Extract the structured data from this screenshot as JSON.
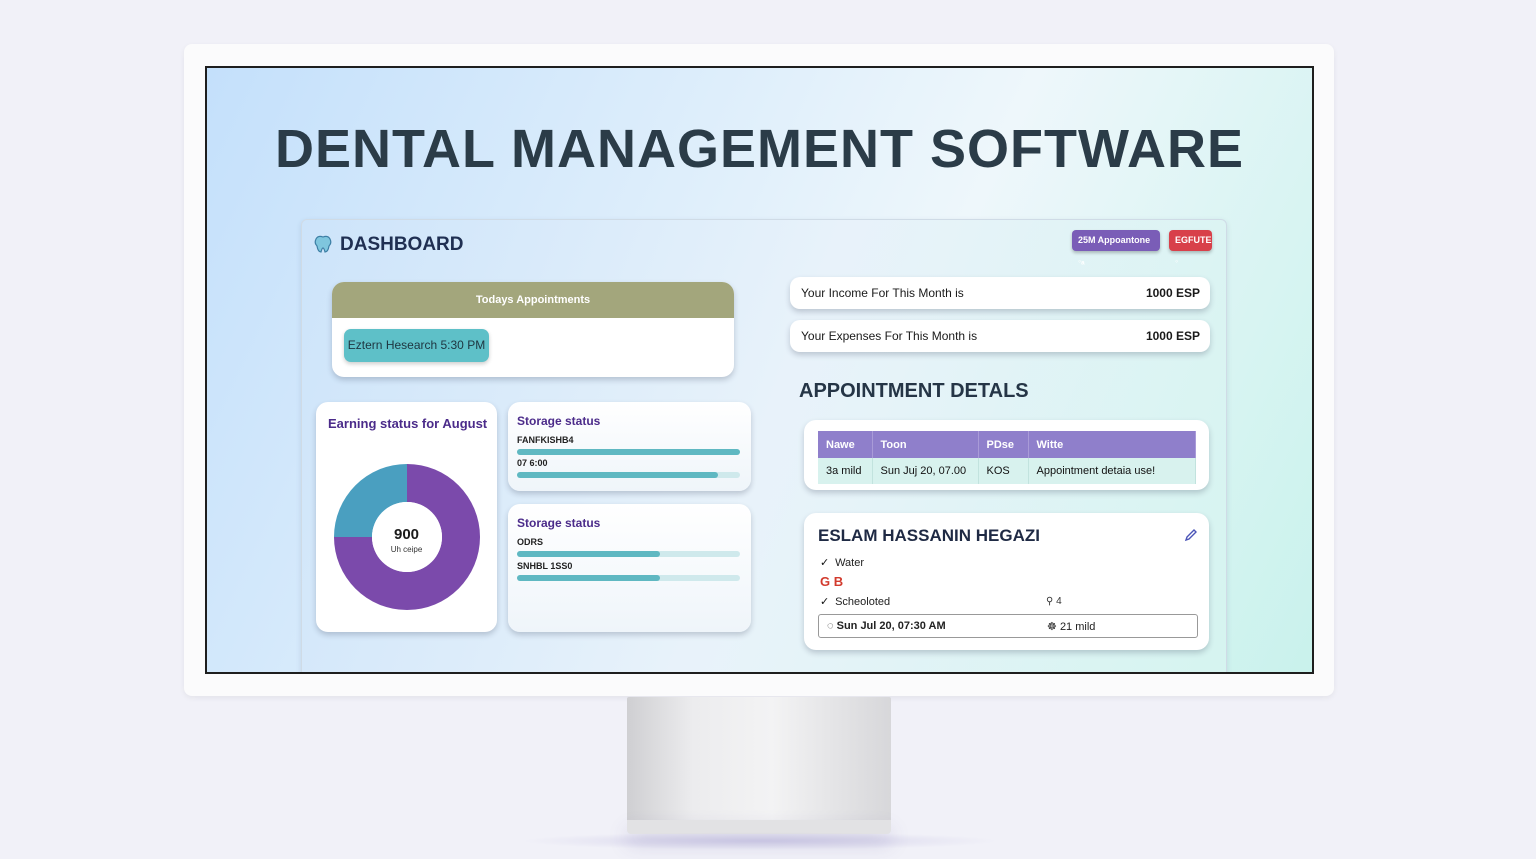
{
  "headline": "DENTAL MANAGEMENT SOFTWARE",
  "dashboard": {
    "title": "DASHBOARD",
    "appointments_button": "25M Appoantone ◦ₐ",
    "exit_button": "EGFUTE ◦"
  },
  "today": {
    "header": "Todays Appointments",
    "chip": "Eztern Hesearch 5:30 PM"
  },
  "earnings": {
    "title": "Earning status for August",
    "value": "900",
    "sublabel": "Uh ceipe",
    "chart_data": {
      "type": "pie",
      "values": [
        75,
        25
      ],
      "colors": [
        "#7b4aab",
        "#4a9fc0"
      ]
    }
  },
  "storage": [
    {
      "title": "Storage status",
      "rows": [
        {
          "label": "FANFKISHB4",
          "fill": 1.0
        },
        {
          "label": "07 6:00",
          "fill": 0.9
        }
      ]
    },
    {
      "title": "Storage status",
      "rows": [
        {
          "label": "ODRS",
          "fill": 0.64
        },
        {
          "label": "SNHBL 1SS0",
          "fill": 0.64
        }
      ]
    }
  ],
  "income": {
    "label": "Your Income For This Month is",
    "value": "1000 ESP"
  },
  "expenses": {
    "label": "Your Expenses For This Month is",
    "value": "1000 ESP"
  },
  "appointment_details": {
    "title": "APPOINTMENT DETALS",
    "columns": [
      "Nawe",
      "Toon",
      "PDse",
      "Witte"
    ],
    "rows": [
      [
        "3a mild",
        "Sun Juj 20, 07.00",
        "KOS",
        "Appointment detaia use!"
      ]
    ]
  },
  "patient": {
    "name": "ESLAM HASSANIN HEGAZI",
    "item1": "Water",
    "badge": "G B",
    "item2": "Scheoloted",
    "count": "4",
    "datetime": "Sun Jul 20, 07:30 AM",
    "duration": "21 mild"
  }
}
